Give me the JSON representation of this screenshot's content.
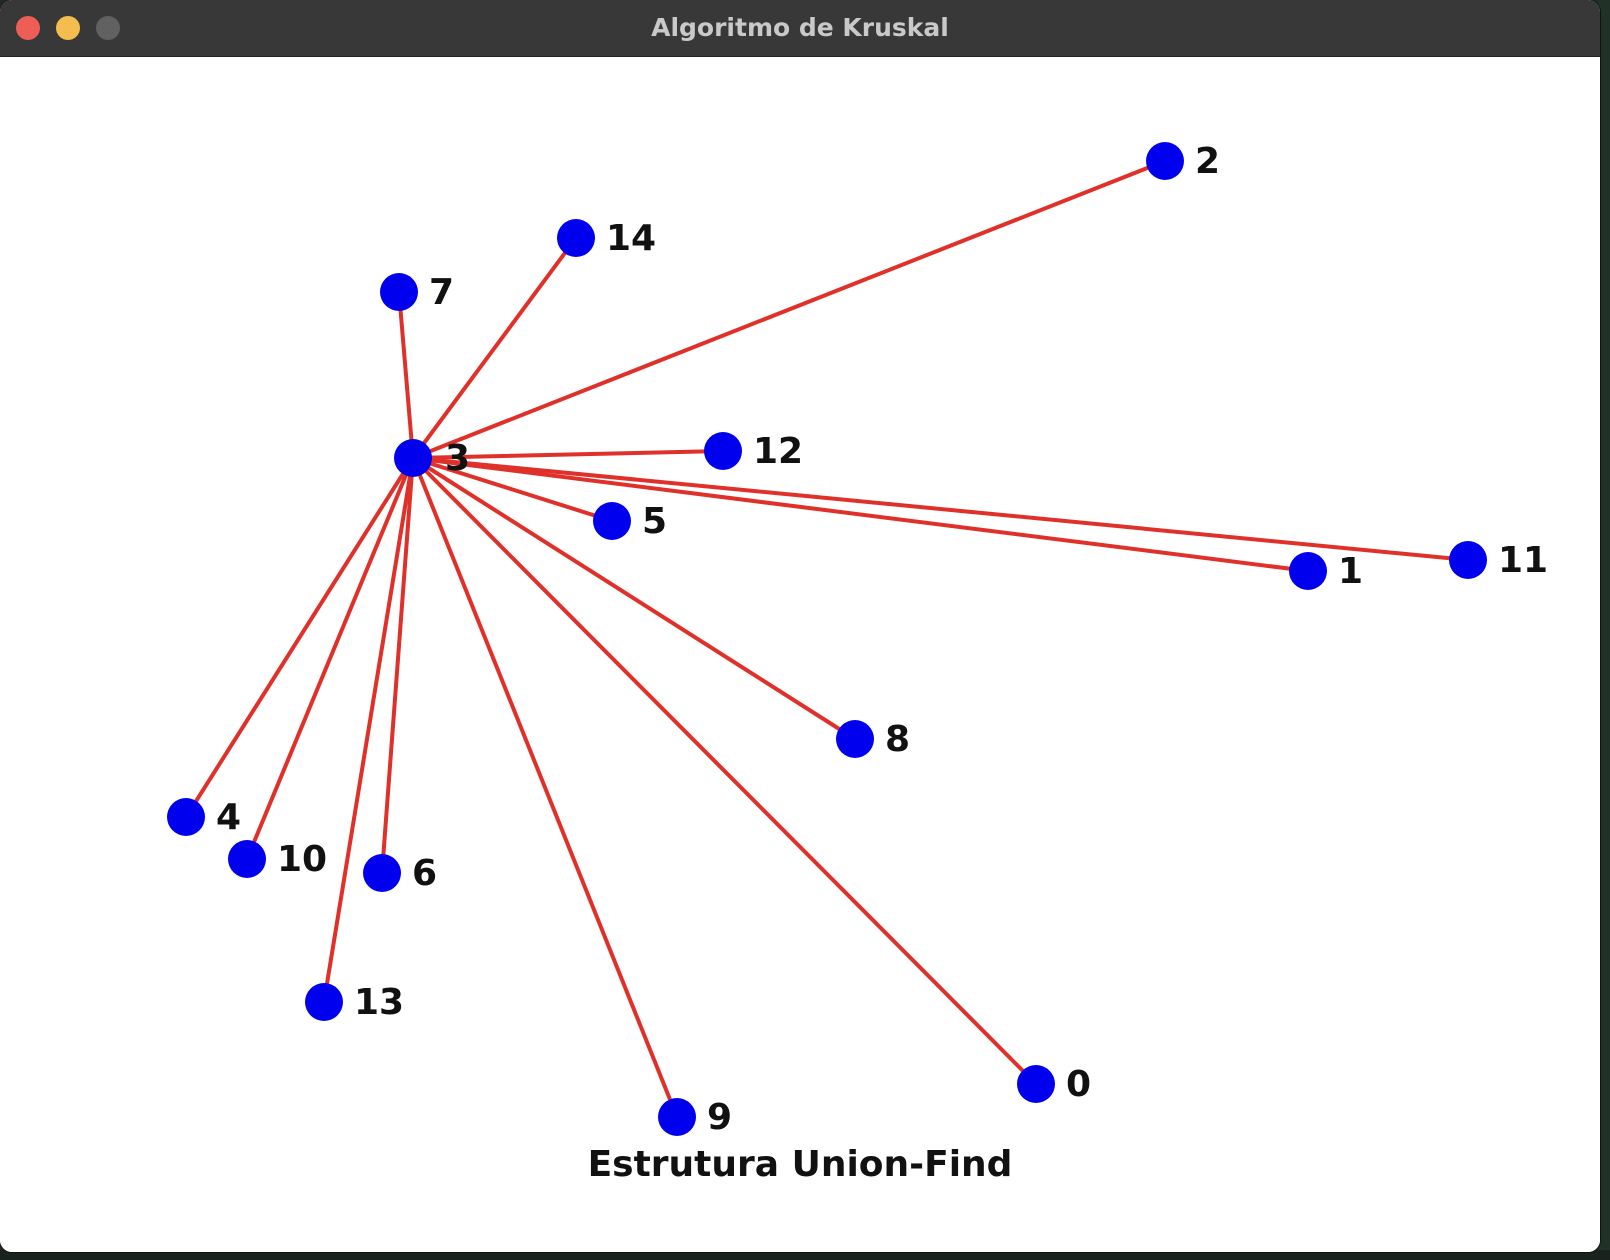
{
  "window": {
    "title": "Algoritmo de Kruskal",
    "buttons": [
      "close",
      "minimize",
      "maximize"
    ]
  },
  "graph": {
    "caption": "Estrutura Union-Find",
    "node_color": "#0000ee",
    "edge_color": "#e0302a",
    "label_color": "#111111",
    "nodes": [
      {
        "id": "0",
        "label": "0"
      },
      {
        "id": "1",
        "label": "1"
      },
      {
        "id": "2",
        "label": "2"
      },
      {
        "id": "3",
        "label": "3"
      },
      {
        "id": "4",
        "label": "4"
      },
      {
        "id": "5",
        "label": "5"
      },
      {
        "id": "6",
        "label": "6"
      },
      {
        "id": "7",
        "label": "7"
      },
      {
        "id": "8",
        "label": "8"
      },
      {
        "id": "9",
        "label": "9"
      },
      {
        "id": "10",
        "label": "10"
      },
      {
        "id": "11",
        "label": "11"
      },
      {
        "id": "12",
        "label": "12"
      },
      {
        "id": "13",
        "label": "13"
      },
      {
        "id": "14",
        "label": "14"
      }
    ],
    "edges": [
      {
        "from": "3",
        "to": "2"
      },
      {
        "from": "3",
        "to": "14"
      },
      {
        "from": "3",
        "to": "7"
      },
      {
        "from": "3",
        "to": "12"
      },
      {
        "from": "3",
        "to": "5"
      },
      {
        "from": "3",
        "to": "1"
      },
      {
        "from": "3",
        "to": "11"
      },
      {
        "from": "3",
        "to": "8"
      },
      {
        "from": "3",
        "to": "4"
      },
      {
        "from": "3",
        "to": "10"
      },
      {
        "from": "3",
        "to": "6"
      },
      {
        "from": "3",
        "to": "13"
      },
      {
        "from": "3",
        "to": "9"
      },
      {
        "from": "3",
        "to": "0"
      }
    ]
  }
}
